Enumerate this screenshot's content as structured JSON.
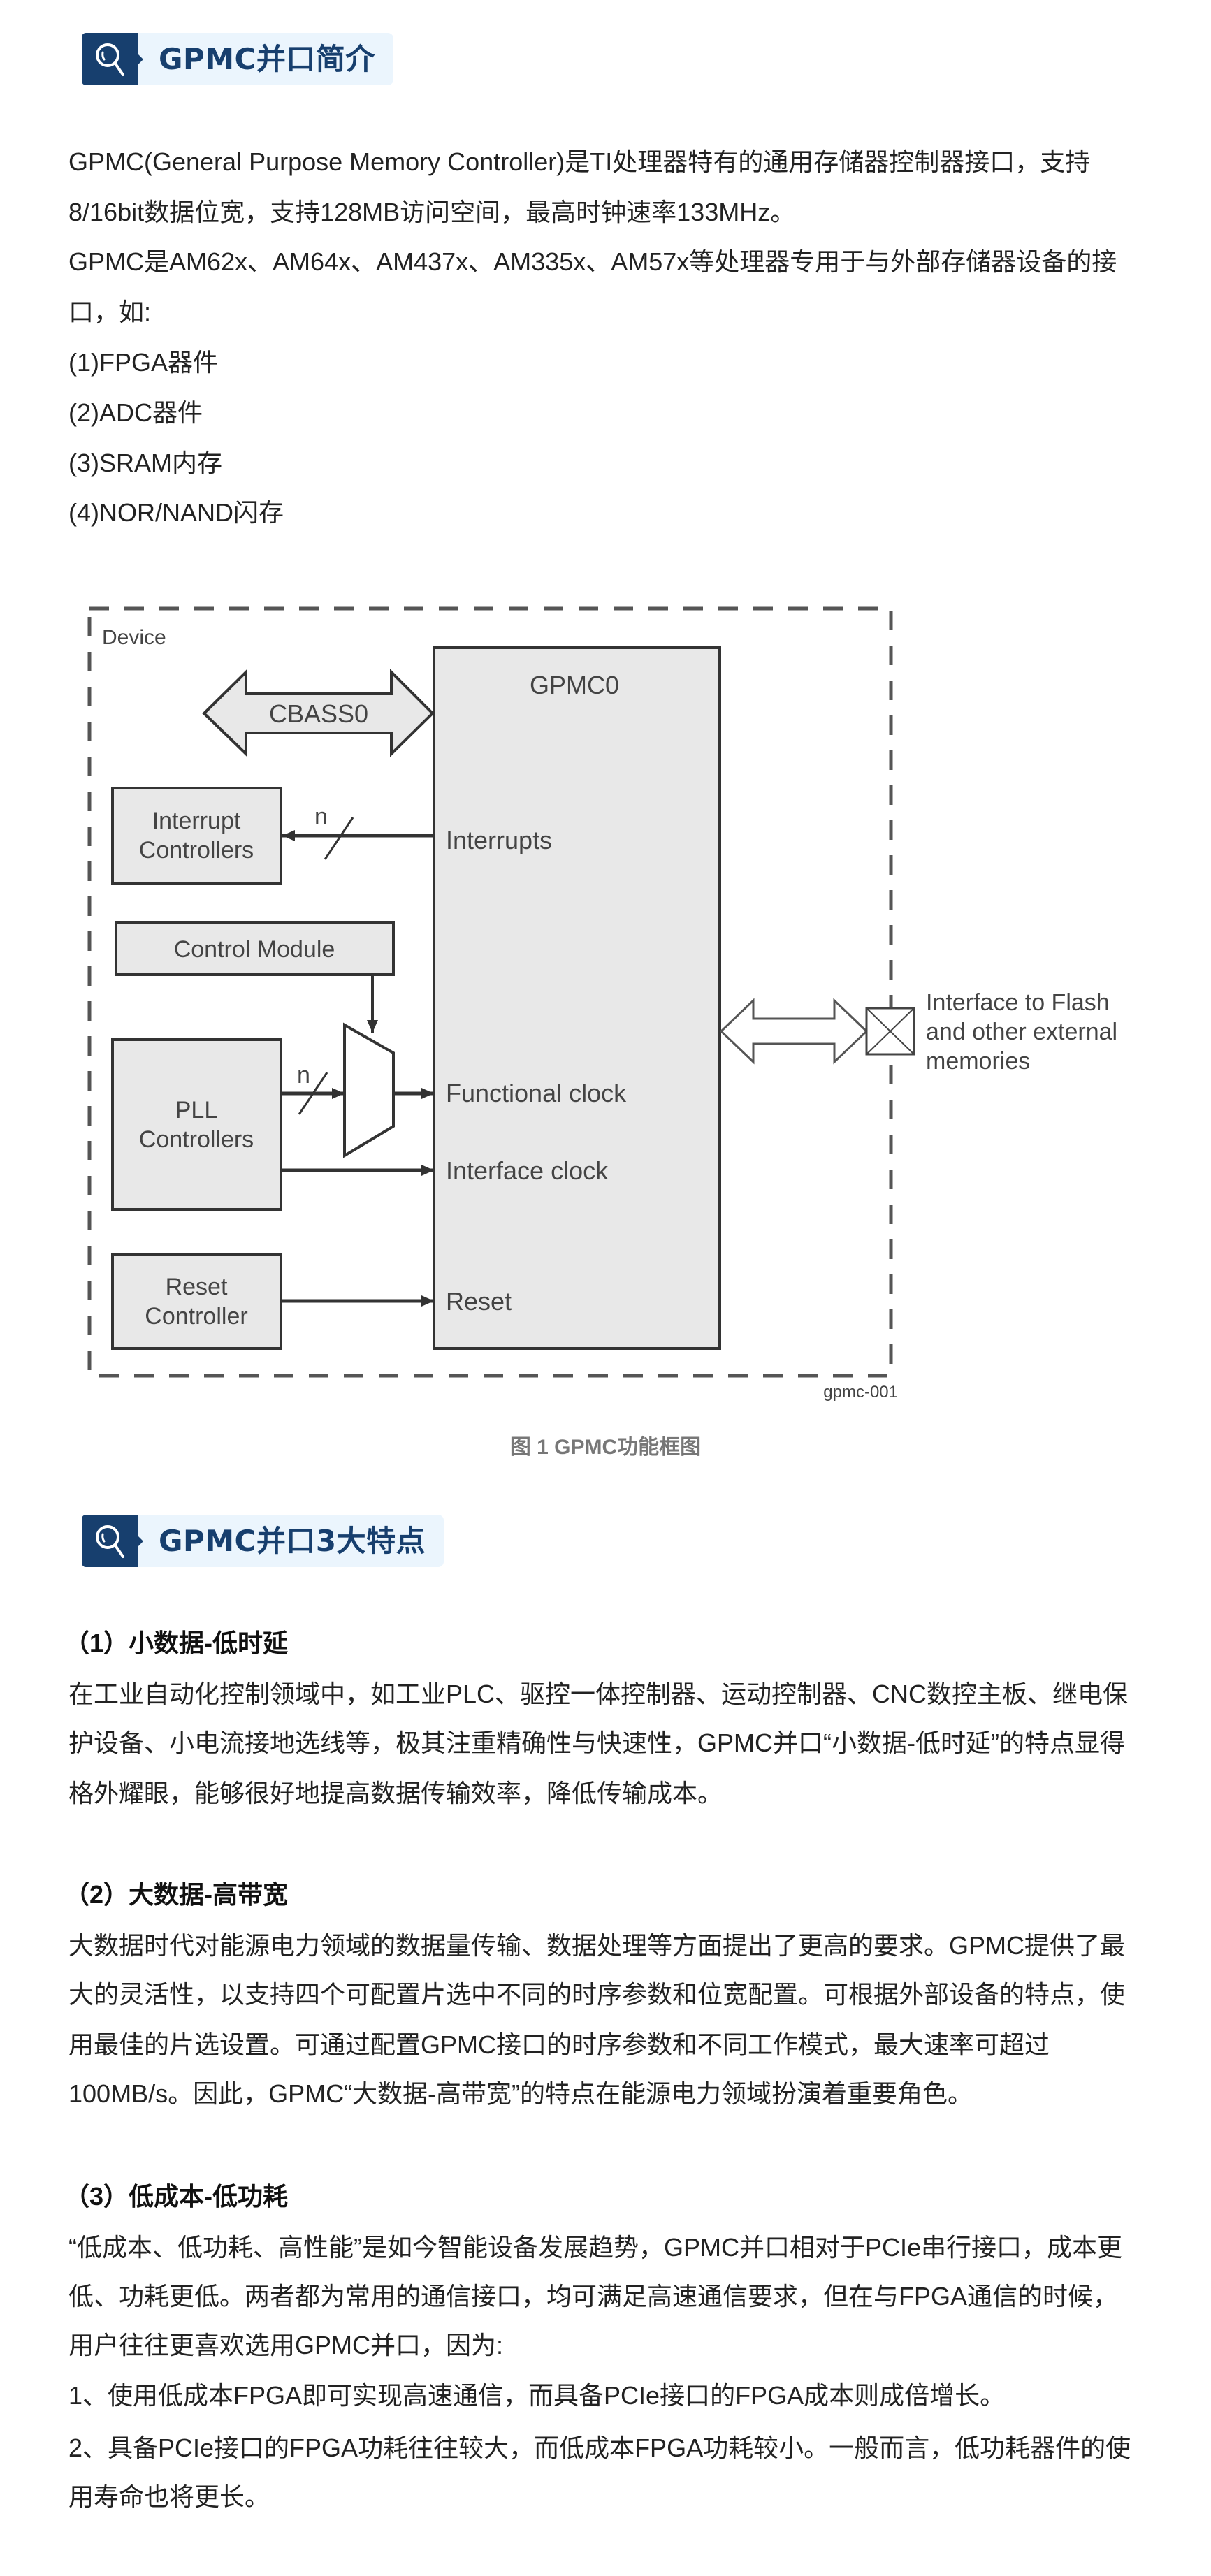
{
  "sections": [
    {
      "header": {
        "title": "GPMC并口简介",
        "icon": "magnifier-icon"
      },
      "paragraphs": [
        "GPMC(General Purpose Memory Controller)是TI处理器特有的通用存储器控制器接口，支持",
        "8/16bit数据位宽，支持128MB访问空间，最高时钟速率133MHz。",
        "GPMC是AM62x、AM64x、AM437x、AM335x、AM57x等处理器专用于与外部存储器设备的接",
        "口，如:"
      ],
      "list": [
        "(1)FPGA器件",
        "(2)ADC器件",
        "(3)SRAM内存",
        "(4)NOR/NAND闪存"
      ]
    },
    {
      "header": {
        "title": "GPMC并口3大特点",
        "icon": "magnifier-icon"
      },
      "features": [
        {
          "heading": "（1）小数据-低时延",
          "lines": [
            "在工业自动化控制领域中，如工业PLC、驱控一体控制器、运动控制器、CNC数控主板、继电保",
            "护设备、小电流接地选线等，极其注重精确性与快速性，GPMC并口“小数据-低时延”的特点显得",
            "格外耀眼，能够很好地提高数据传输效率，降低传输成本。"
          ]
        },
        {
          "heading": "（2）大数据-高带宽",
          "lines": [
            "大数据时代对能源电力领域的数据量传输、数据处理等方面提出了更高的要求。GPMC提供了最",
            "大的灵活性，以支持四个可配置片选中不同的时序参数和位宽配置。可根据外部设备的特点，使",
            "用最佳的片选设置。可通过配置GPMC接口的时序参数和不同工作模式，最大速率可超过",
            "100MB/s。因此，GPMC“大数据-高带宽”的特点在能源电力领域扮演着重要角色。"
          ]
        },
        {
          "heading": "（3）低成本-低功耗",
          "lines": [
            "“低成本、低功耗、高性能”是如今智能设备发展趋势，GPMC并口相对于PCIe串行接口，成本更",
            "低、功耗更低。两者都为常用的通信接口，均可满足高速通信要求，但在与FPGA通信的时候，",
            "用户往往更喜欢选用GPMC并口，因为:",
            "1、使用低成本FPGA即可实现高速通信，而具备PCIe接口的FPGA成本则成倍增长。",
            "2、具备PCIe接口的FPGA功耗往往较大，而低成本FPGA功耗较小。一般而言，低功耗器件的使",
            "用寿命也将更长。"
          ]
        }
      ]
    }
  ],
  "diagram": {
    "device_label": "Device",
    "gpmc_label": "GPMC0",
    "bus_label": "CBASS0",
    "blocks": {
      "interrupt_controllers": [
        "Interrupt",
        "Controllers"
      ],
      "control_module": "Control Module",
      "pll_controllers": [
        "PLL",
        "Controllers"
      ],
      "reset_controller": [
        "Reset",
        "Controller"
      ]
    },
    "signals": {
      "interrupts": "Interrupts",
      "functional_clock": "Functional clock",
      "interface_clock": "Interface clock",
      "reset": "Reset",
      "bus_width": "n"
    },
    "external": [
      "Interface to Flash",
      "and other external",
      "memories"
    ],
    "figure_id": "gpmc-001",
    "caption": "图 1 GPMC功能框图"
  },
  "colors": {
    "header_dark": "#173f6e",
    "header_light": "#ebf5fd",
    "block_fill": "#e8e8e8",
    "caption": "#777777"
  }
}
